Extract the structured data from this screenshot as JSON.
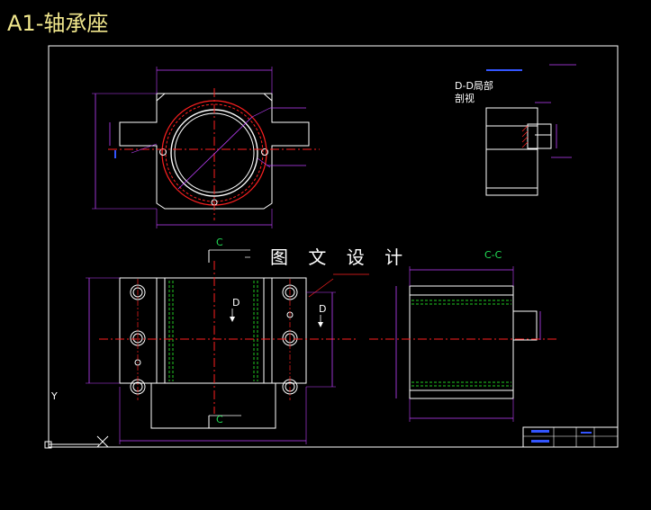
{
  "title": "A1-轴承座",
  "watermark": "图 文 设 计",
  "section_labels": {
    "c_top": "C",
    "c_bottom": "C",
    "d_left": "D",
    "d_right": "D",
    "cc_title": "C-C",
    "dd_title_line1": "D-D局部",
    "dd_title_line2": "剖视"
  },
  "axis": {
    "y_label": "Y"
  },
  "colors": {
    "background": "#000000",
    "outline": "#ffffff",
    "centerline": "#ff2020",
    "dimension": "#c040ff",
    "hidden": "#22cc22",
    "section_mark": "#22dd55",
    "text_accent": "#3355ff",
    "title": "#f0e68c"
  }
}
